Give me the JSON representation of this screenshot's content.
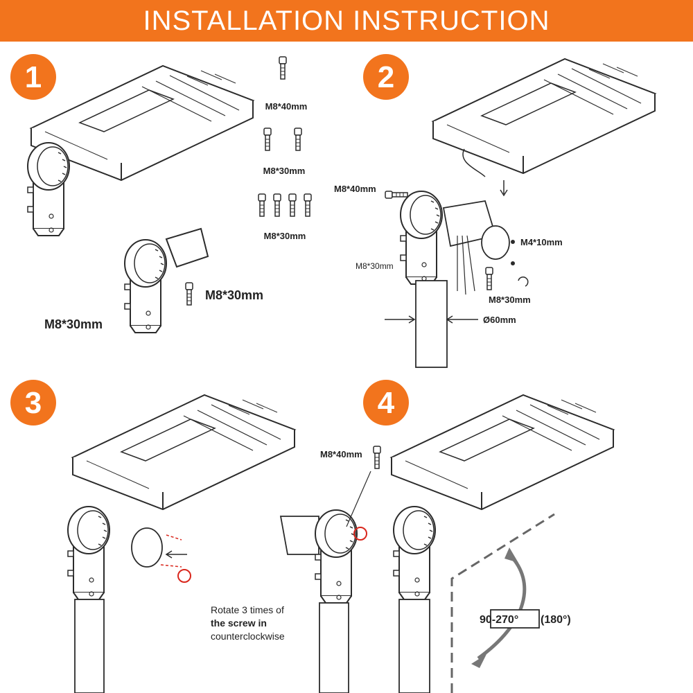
{
  "header": {
    "title": "INSTALLATION INSTRUCTION"
  },
  "colors": {
    "accent": "#f2741d",
    "line": "#2b2b2b",
    "callout": "#d9261c"
  },
  "steps": [
    {
      "number": "1"
    },
    {
      "number": "2"
    },
    {
      "number": "3"
    },
    {
      "number": "4"
    }
  ],
  "step1": {
    "parts": [
      "M8*40mm",
      "M8*30mm",
      "M8*30mm"
    ],
    "bracket_labels": [
      "M8*30mm",
      "M8*30mm"
    ]
  },
  "step2": {
    "labels": [
      "M8*40mm",
      "M4*10mm",
      "M8*30mm",
      "M8*30mm",
      "Ø60mm"
    ]
  },
  "step3": {
    "note": [
      "Rotate 3 times of",
      "the screw in",
      "counterclockwise"
    ]
  },
  "step4": {
    "screw_label": "M8*40mm",
    "angle_range": "90-270°",
    "angle_default": "(180°)"
  }
}
